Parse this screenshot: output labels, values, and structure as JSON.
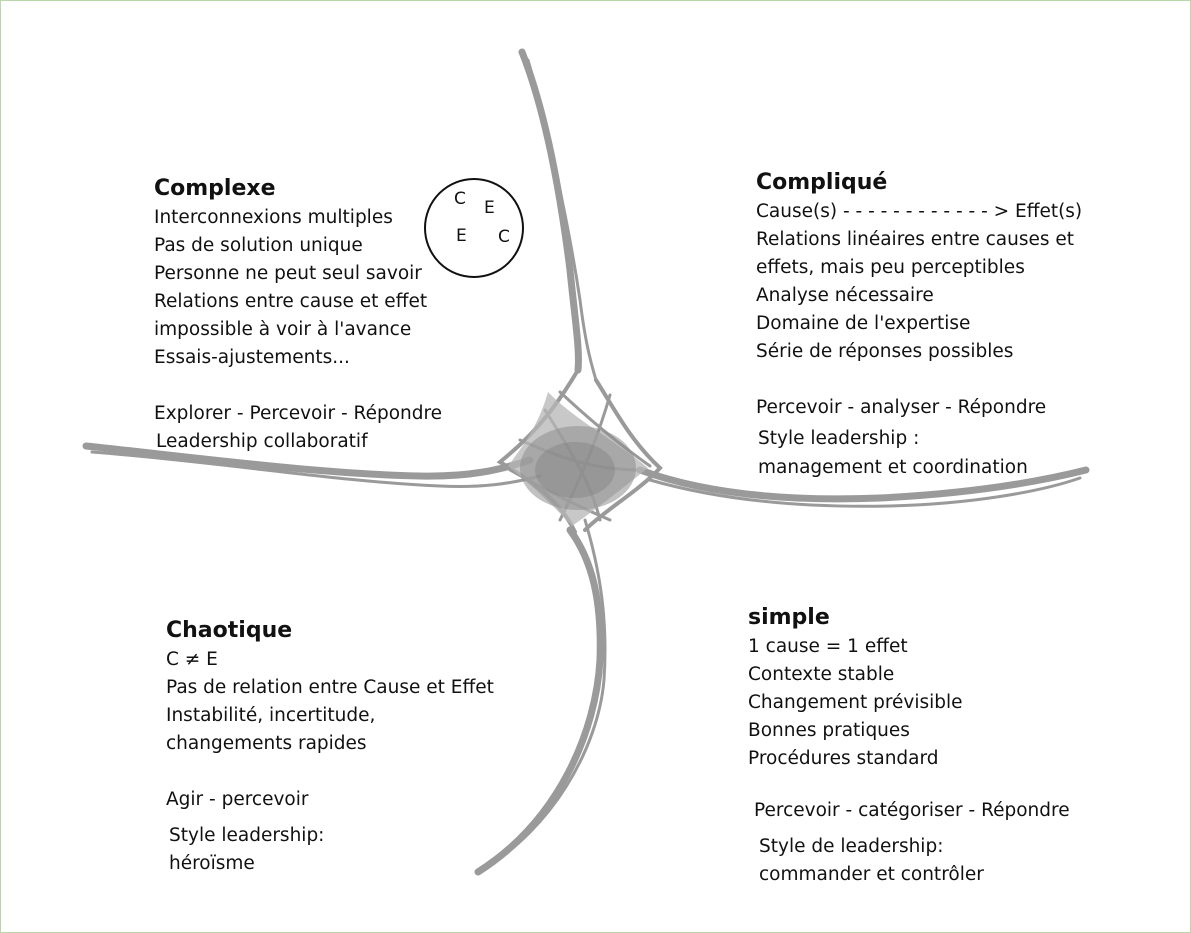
{
  "complexe": {
    "title": "Complexe",
    "lines": [
      "Interconnexions multiples",
      "Pas de solution unique",
      "Personne ne peut seul savoir",
      "Relations entre cause et effet",
      "impossible à voir à l'avance",
      "Essais-ajustements..."
    ],
    "approach": "Explorer - Percevoir - Répondre",
    "leadership": [
      "Leadership collaboratif"
    ],
    "circle_letters": [
      "C",
      "E",
      "E",
      "C"
    ]
  },
  "complique": {
    "title": "Compliqué",
    "lines": [
      "Cause(s) - - - - - - - - - - - - > Effet(s)",
      "Relations linéaires entre causes et",
      "effets, mais peu perceptibles",
      "Analyse nécessaire",
      "Domaine de l'expertise",
      "Série de réponses possibles"
    ],
    "approach": "Percevoir - analyser - Répondre",
    "leadership": [
      "Style leadership :",
      "management et coordination"
    ]
  },
  "chaotique": {
    "title": "Chaotique",
    "lines": [
      "C ≠ E",
      "Pas de relation entre Cause et Effet",
      "Instabilité, incertitude,",
      "changements rapides"
    ],
    "approach": "Agir - percevoir",
    "leadership": [
      "Style leadership:",
      "héroïsme"
    ]
  },
  "simple": {
    "title": "simple",
    "lines": [
      "1 cause = 1 effet",
      "Contexte stable",
      "Changement prévisible",
      "Bonnes pratiques",
      "Procédures standard"
    ],
    "approach": "Percevoir - catégoriser - Répondre",
    "leadership": [
      "Style de leadership:",
      "commander et contrôler"
    ]
  },
  "colors": {
    "sketch": "#9a9a9a",
    "center": "#8e8e8e",
    "text": "#111111",
    "frame": "#b9d7a8"
  }
}
